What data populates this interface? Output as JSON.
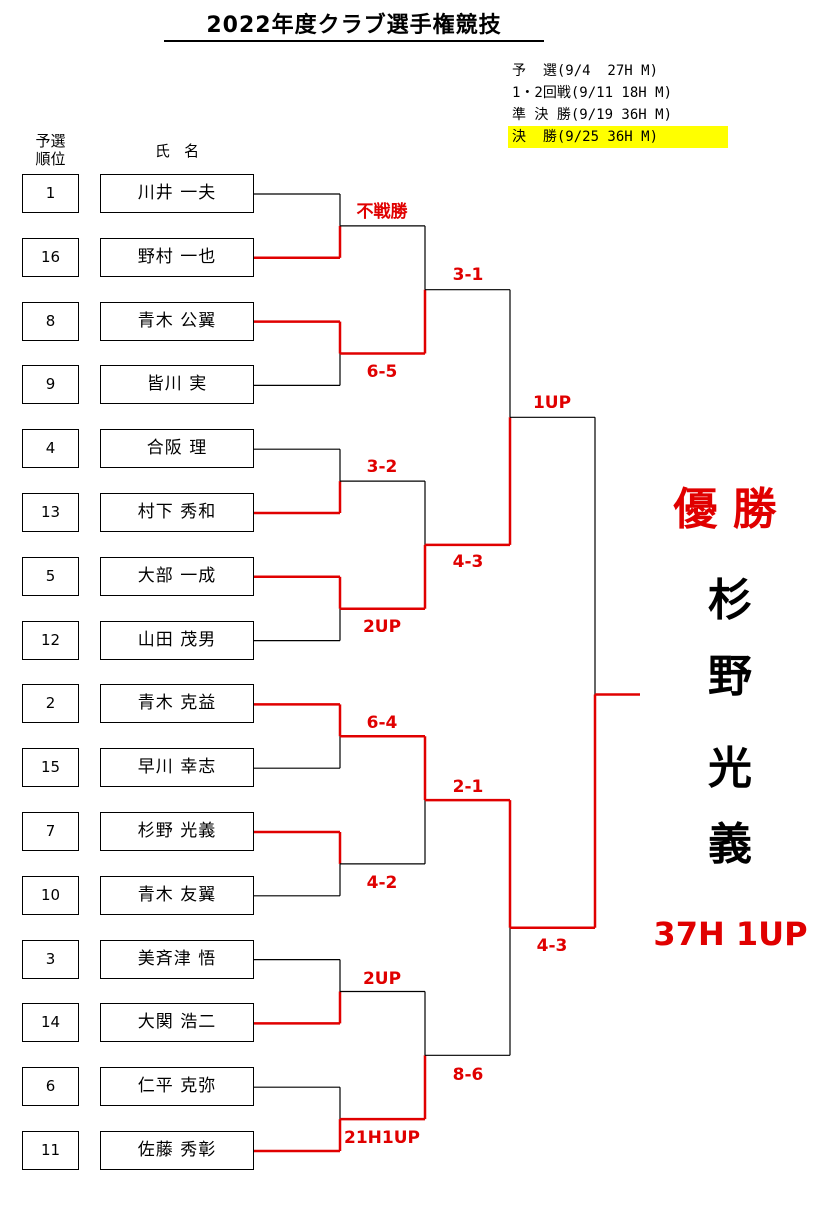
{
  "title": "2022年度クラブ選手権競技",
  "schedule": [
    "予  選(9/4  27H M)",
    "1・2回戦(9/11 18H M)",
    "準 決 勝(9/19 36H M)",
    "決  勝(9/25 36H M)"
  ],
  "headers": {
    "seed": "予選\n順位",
    "seed_line1": "予選",
    "seed_line2": "順位",
    "name": "氏   名"
  },
  "players": [
    {
      "seed": "1",
      "name": "川井 一夫"
    },
    {
      "seed": "16",
      "name": "野村 一也"
    },
    {
      "seed": "8",
      "name": "青木 公翼"
    },
    {
      "seed": "9",
      "name": "皆川 実"
    },
    {
      "seed": "4",
      "name": "合阪 理"
    },
    {
      "seed": "13",
      "name": "村下 秀和"
    },
    {
      "seed": "5",
      "name": "大部 一成"
    },
    {
      "seed": "12",
      "name": "山田 茂男"
    },
    {
      "seed": "2",
      "name": "青木 克益"
    },
    {
      "seed": "15",
      "name": "早川 幸志"
    },
    {
      "seed": "7",
      "name": "杉野 光義"
    },
    {
      "seed": "10",
      "name": "青木 友翼"
    },
    {
      "seed": "3",
      "name": "美斉津 悟"
    },
    {
      "seed": "14",
      "name": "大関 浩二"
    },
    {
      "seed": "6",
      "name": "仁平 克弥"
    },
    {
      "seed": "11",
      "name": "佐藤 秀彰"
    }
  ],
  "round1_scores": [
    "不戦勝",
    "6-5",
    "3-2",
    "2UP",
    "6-4",
    "4-2",
    "2UP",
    "21H1UP"
  ],
  "round2_scores": [
    "3-1",
    "4-3",
    "2-1",
    "8-6"
  ],
  "semifinal_scores": [
    "1UP",
    "4-3"
  ],
  "champion": {
    "label": "優 勝",
    "name_chars": [
      "杉",
      "野",
      "光",
      "義"
    ],
    "score": "37H 1UP"
  },
  "colors": {
    "winner_line": "#e00000",
    "loser_line": "#000000",
    "final_highlight": "#ffff00"
  }
}
